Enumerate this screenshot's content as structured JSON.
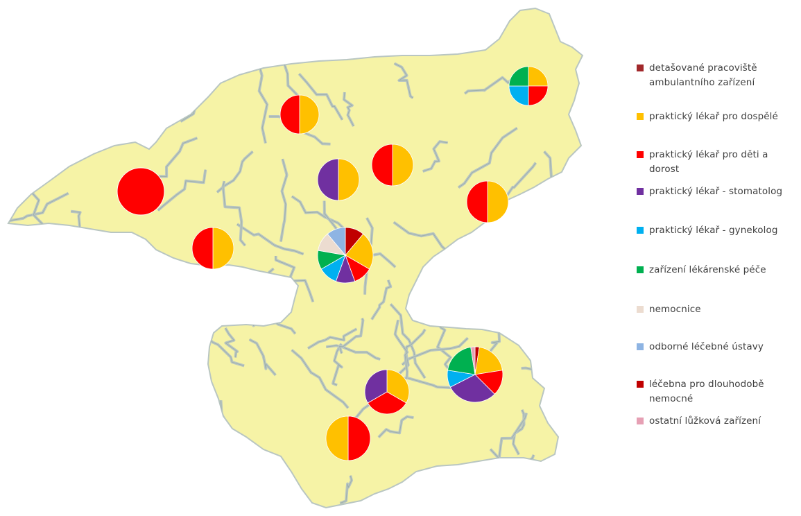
{
  "colors": {
    "map_fill": "#f6f3a6",
    "boundary": "#b9c6c2",
    "road": "#9fb0ab"
  },
  "legend": {
    "items": [
      {
        "key": "detasovane",
        "label": "detašované pracoviště\nambulantního zařízení",
        "color": "#a1282b"
      },
      {
        "key": "dospele",
        "label": "praktický lékař pro dospělé",
        "color": "#ffc000"
      },
      {
        "key": "deti",
        "label": "praktický lékař pro děti a\ndorost",
        "color": "#ff0000"
      },
      {
        "key": "stomatolog",
        "label": "praktický lékař - stomatolog",
        "color": "#7030a0"
      },
      {
        "key": "gynekolog",
        "label": "praktický lékař - gynekolog",
        "color": "#00b0f0"
      },
      {
        "key": "lekarenske",
        "label": "zařízení lékárenské péče",
        "color": "#00b050"
      },
      {
        "key": "nemocnice",
        "label": "nemocnice",
        "color": "#ecdcd0"
      },
      {
        "key": "odborne",
        "label": "odborné léčebné ústavy",
        "color": "#8eb4e3"
      },
      {
        "key": "lecebna",
        "label": "léčebna pro dlouhodobě\nnemocné",
        "color": "#c00000"
      },
      {
        "key": "ostatni",
        "label": "ostatní lůžková zařízení",
        "color": "#e6a0b4"
      }
    ]
  },
  "pies": [
    {
      "name": "pie-far-west",
      "slices": [
        {
          "key": "deti",
          "value": 1
        }
      ]
    },
    {
      "name": "pie-north",
      "slices": [
        {
          "key": "dospele",
          "value": 1
        },
        {
          "key": "deti",
          "value": 1
        }
      ]
    },
    {
      "name": "pie-northeast",
      "slices": [
        {
          "key": "dospele",
          "value": 1
        },
        {
          "key": "deti",
          "value": 1
        },
        {
          "key": "gynekolog",
          "value": 1
        },
        {
          "key": "lekarenske",
          "value": 1
        }
      ]
    },
    {
      "name": "pie-center-north-left",
      "slices": [
        {
          "key": "dospele",
          "value": 1
        },
        {
          "key": "stomatolog",
          "value": 1
        }
      ]
    },
    {
      "name": "pie-center-north-right",
      "slices": [
        {
          "key": "dospele",
          "value": 1
        },
        {
          "key": "deti",
          "value": 1
        }
      ]
    },
    {
      "name": "pie-east",
      "slices": [
        {
          "key": "dospele",
          "value": 1
        },
        {
          "key": "deti",
          "value": 1
        }
      ]
    },
    {
      "name": "pie-west",
      "slices": [
        {
          "key": "dospele",
          "value": 1
        },
        {
          "key": "deti",
          "value": 1
        }
      ]
    },
    {
      "name": "pie-central-town",
      "slices": [
        {
          "key": "lecebna",
          "value": 1
        },
        {
          "key": "dospele",
          "value": 2
        },
        {
          "key": "deti",
          "value": 1
        },
        {
          "key": "stomatolog",
          "value": 1
        },
        {
          "key": "gynekolog",
          "value": 1
        },
        {
          "key": "lekarenske",
          "value": 1
        },
        {
          "key": "nemocnice",
          "value": 1
        },
        {
          "key": "odborne",
          "value": 1
        }
      ]
    },
    {
      "name": "pie-southeast-town",
      "slices": [
        {
          "key": "lecebna",
          "value": 0.25
        },
        {
          "key": "dospele",
          "value": 2
        },
        {
          "key": "deti",
          "value": 1.5
        },
        {
          "key": "stomatolog",
          "value": 3
        },
        {
          "key": "gynekolog",
          "value": 1
        },
        {
          "key": "lekarenske",
          "value": 2
        },
        {
          "key": "ostatni",
          "value": 0.25
        }
      ]
    },
    {
      "name": "pie-south-center",
      "slices": [
        {
          "key": "dospele",
          "value": 1
        },
        {
          "key": "deti",
          "value": 1
        },
        {
          "key": "stomatolog",
          "value": 1
        }
      ]
    },
    {
      "name": "pie-south",
      "slices": [
        {
          "key": "deti",
          "value": 1
        },
        {
          "key": "dospele",
          "value": 1
        }
      ]
    }
  ]
}
